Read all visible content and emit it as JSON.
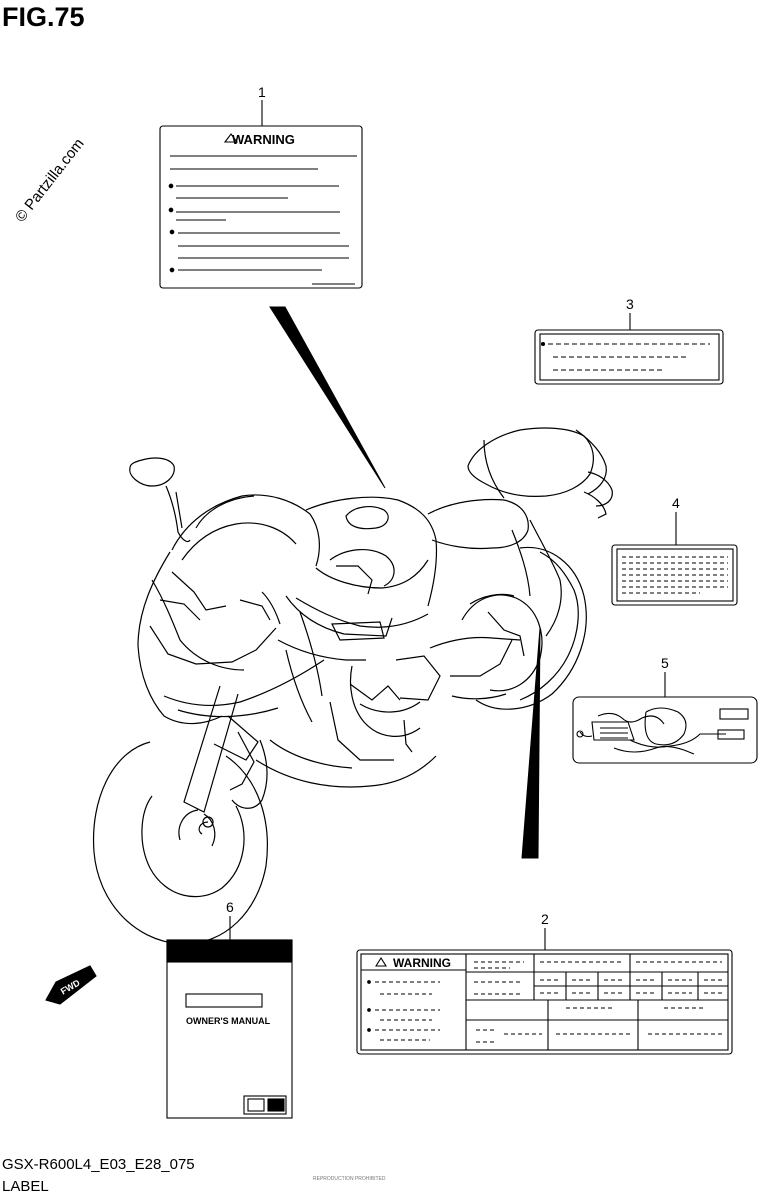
{
  "figure": {
    "title": "FIG.75",
    "watermark": "© Partzilla.com",
    "model_code": "GSX-R600L4_E03_E28_075",
    "section": "LABEL",
    "fine_print": "REPRODUCTION PROHIBITED"
  },
  "callouts": [
    "1",
    "2",
    "3",
    "4",
    "5",
    "6"
  ],
  "labels": {
    "warning_text": "WARNING",
    "manual_text": "OWNER'S MANUAL",
    "fwd_text": "FWD"
  }
}
